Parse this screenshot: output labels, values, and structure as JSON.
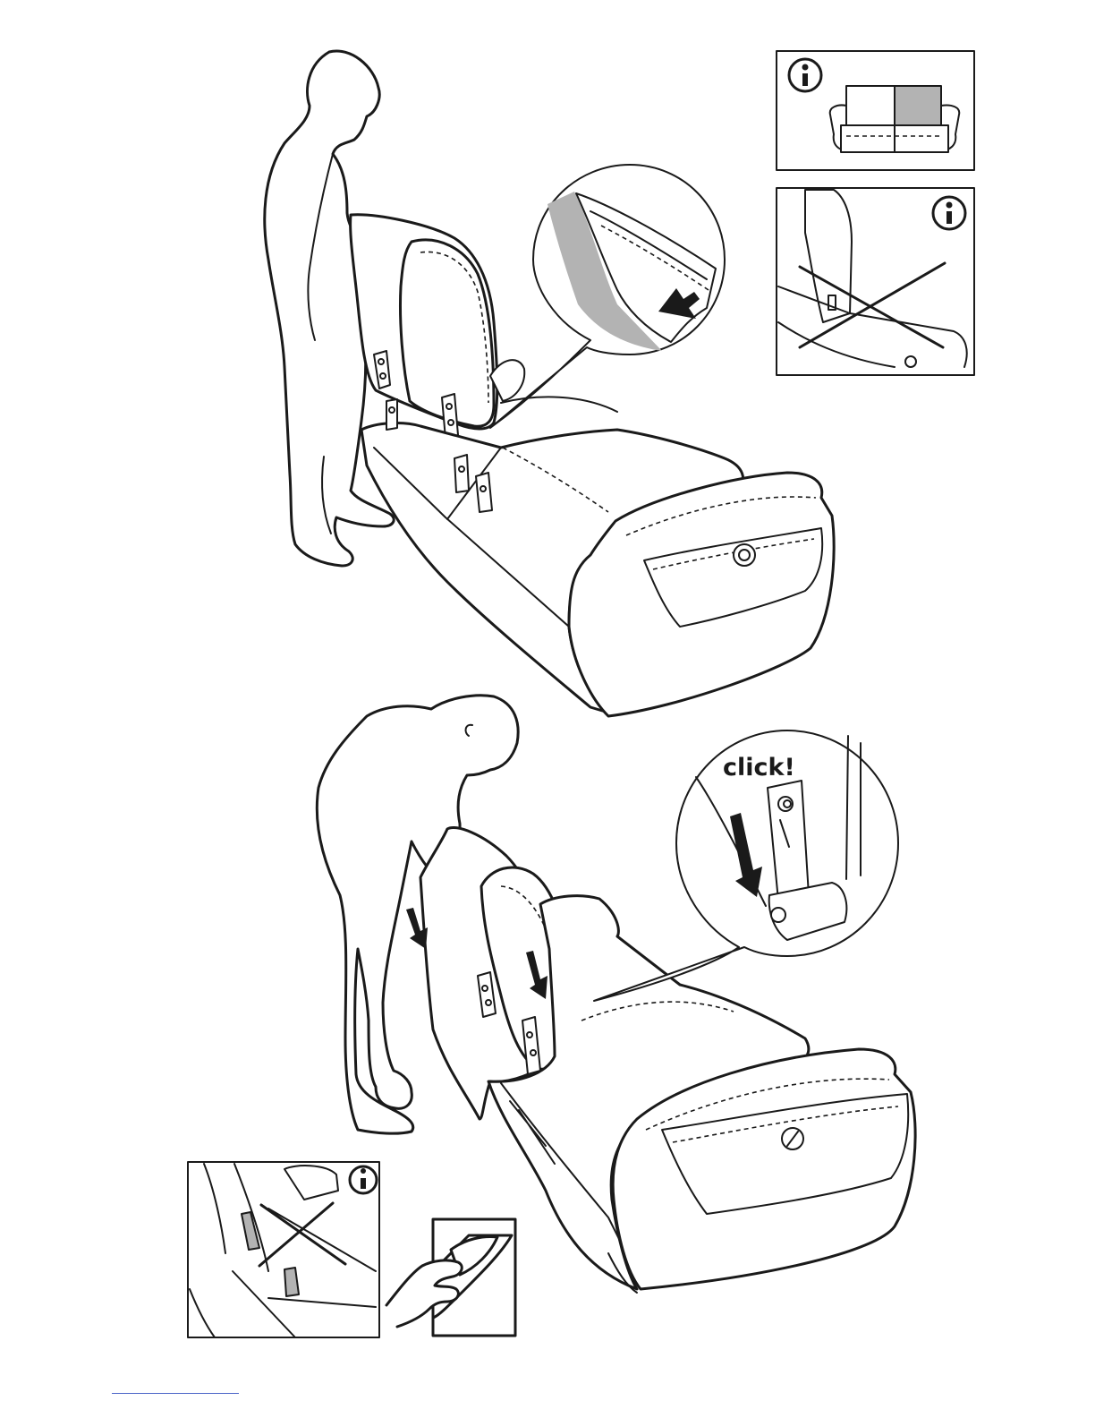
{
  "step_top": {
    "info_panel_sofa": {
      "icon": "info-icon"
    },
    "info_panel_wrong": {
      "icon": "info-icon",
      "mark": "cross-mark"
    },
    "detail_zoom": {
      "arrow": "arrow-up-icon"
    }
  },
  "step_bottom": {
    "click_label": "click!",
    "arrows": [
      "arrow-down-icon",
      "arrow-down-icon",
      "arrow-down-icon"
    ],
    "info_panel_wrong": {
      "icon": "info-icon",
      "mark": "cross-mark"
    },
    "turn_page": {
      "icon": "turn-page-icon"
    }
  },
  "colors": {
    "ink": "#1a1a1a",
    "highlight": "#b3b3b3",
    "link": "#4a63c8"
  }
}
